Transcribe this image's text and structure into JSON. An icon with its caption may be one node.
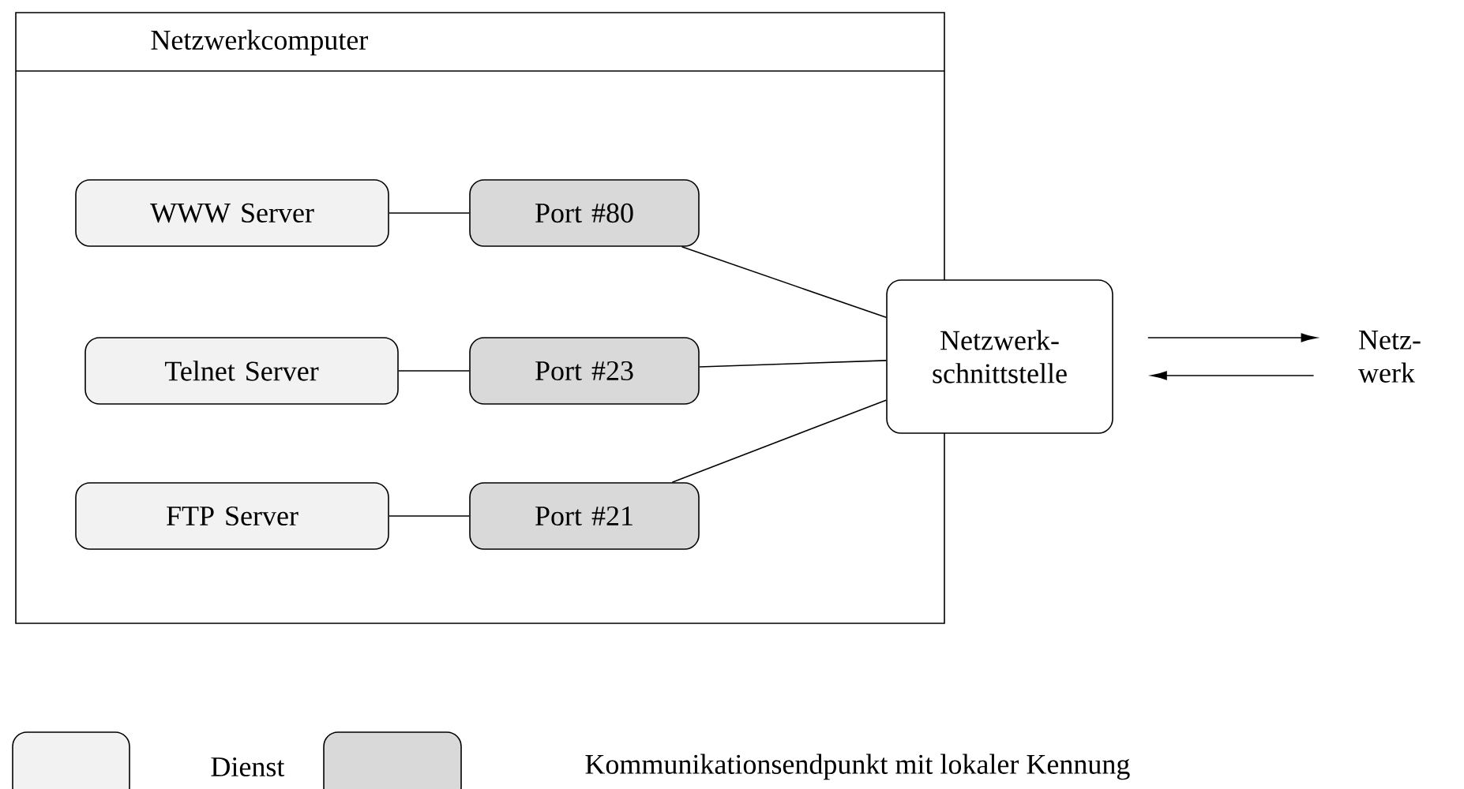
{
  "diagram": {
    "nodes": [
      {
        "text": [
          "Netzwerkcomputer"
        ]
      },
      {
        "text": [
          "WWW Server"
        ],
        "in": 0
      },
      {
        "text": [
          "Port #80"
        ],
        "in": 0
      },
      {
        "text": [
          "Telnet Server"
        ],
        "in": 0
      },
      {
        "text": [
          "Port #23"
        ],
        "in": 0
      },
      {
        "text": [
          "FTP Server"
        ],
        "in": 0
      },
      {
        "text": [
          "Port #21"
        ],
        "in": 0
      },
      {
        "text": [
          "Netzwerk- schnittstelle"
        ]
      },
      {
        "text": [
          "Netz- werk"
        ]
      }
    ],
    "edges": [
      {
        "from": 1,
        "to": 2,
        "arrow": "none"
      },
      {
        "from": 3,
        "to": 4,
        "arrow": "none"
      },
      {
        "from": 5,
        "to": 6,
        "arrow": "none"
      },
      {
        "from": 2,
        "to": 7,
        "arrow": "none"
      },
      {
        "from": 4,
        "to": 7,
        "arrow": "none"
      },
      {
        "from": 6,
        "to": 7,
        "arrow": "none"
      },
      {
        "from": 7,
        "to": 8,
        "arrow": "to"
      },
      {
        "from": 8,
        "to": 7,
        "arrow": "to"
      }
    ],
    "legend": [
      {
        "text": "Dienst",
        "color": "#f2f2f2"
      },
      {
        "text": "Kommunikationsendpunkt mit lokaler Kennung",
        "color": "#d9d9d9"
      }
    ]
  }
}
